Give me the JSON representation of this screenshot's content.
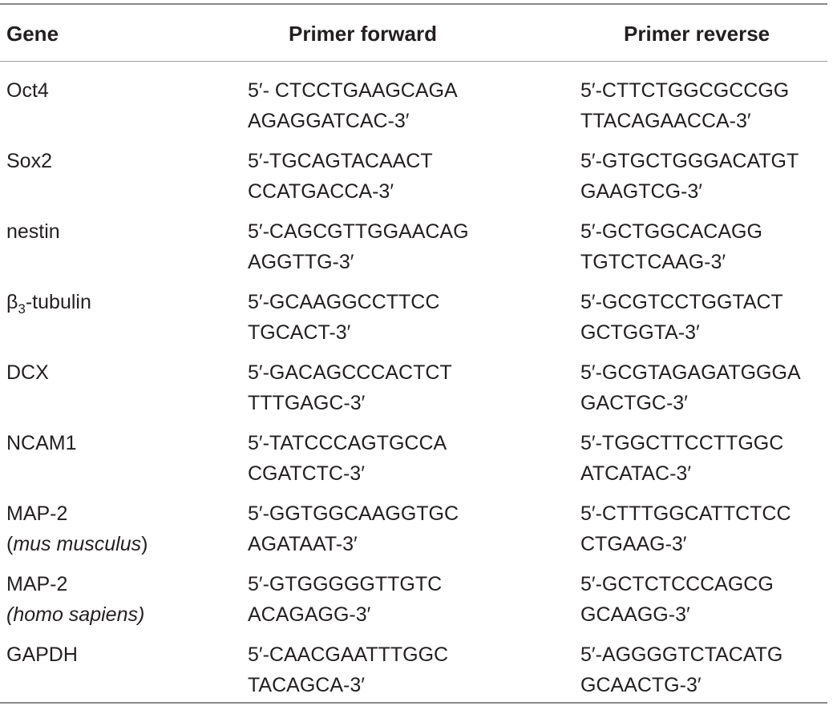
{
  "headers": {
    "gene": "Gene",
    "forward": "Primer forward",
    "reverse": "Primer reverse"
  },
  "rows": [
    {
      "gene_line1": "Oct4",
      "gene_line2": "",
      "fwd_line1": "5′- CTCCTGAAGCAGA",
      "fwd_line2": "AGAGGATCAC-3′",
      "rev_line1": "5′-CTTCTGGCGCCGG",
      "rev_line2": "TTACAGAACCA-3′"
    },
    {
      "gene_line1": "Sox2",
      "gene_line2": "",
      "fwd_line1": "5′-TGCAGTACAACT",
      "fwd_line2": "CCATGACCA-3′",
      "rev_line1": "5′-GTGCTGGGACATGT",
      "rev_line2": "GAAGTCG-3′"
    },
    {
      "gene_line1": "nestin",
      "gene_line2": "",
      "fwd_line1": "5′-CAGCGTTGGAACAG",
      "fwd_line2": "AGGTTG-3′",
      "rev_line1": "5′-GCTGGCACAGG",
      "rev_line2": "TGTCTCAAG-3′"
    },
    {
      "gene_prefix": "β",
      "gene_subscript": "3",
      "gene_suffix": "-tubulin",
      "fwd_line1": "5′-GCAAGGCCTTCC",
      "fwd_line2": "TGCACT-3′",
      "rev_line1": "5′-GCGTCCTGGTACT",
      "rev_line2": "GCTGGTA-3′"
    },
    {
      "gene_line1": "DCX",
      "gene_line2": "",
      "fwd_line1": "5′-GACAGCCCACTCT",
      "fwd_line2": "TTTGAGC-3′",
      "rev_line1": "5′-GCGTAGAGATGGGA",
      "rev_line2": "GACTGC-3′"
    },
    {
      "gene_line1": "NCAM1",
      "gene_line2": "",
      "fwd_line1": "5′-TATCCCAGTGCCA",
      "fwd_line2": "CGATCTC-3′",
      "rev_line1": "5′-TGGCTTCCTTGGC",
      "rev_line2": "ATCATAC-3′"
    },
    {
      "gene_line1": "MAP-2",
      "gene_line2_open": "(",
      "gene_line2_italic": "mus musculus",
      "gene_line2_close": ")",
      "fwd_line1": "5′-GGTGGCAAGGTGC",
      "fwd_line2": "AGATAAT-3′",
      "rev_line1": "5′-CTTTGGCATTCTCC",
      "rev_line2": "CTGAAG-3′"
    },
    {
      "gene_line1": "MAP-2",
      "gene_line2_italic": "(homo sapiens)",
      "fwd_line1": "5′-GTGGGGGTTGTC",
      "fwd_line2": "ACAGAGG-3′",
      "rev_line1": "5′-GCTCTCCCAGCG",
      "rev_line2": "GCAAGG-3′"
    },
    {
      "gene_line1": "GAPDH",
      "gene_line2": "",
      "fwd_line1": "5′-CAACGAATTTGGC",
      "fwd_line2": "TACAGCA-3′",
      "rev_line1": "5′-AGGGGTCTACATG",
      "rev_line2": "GCAACTG-3′"
    }
  ]
}
